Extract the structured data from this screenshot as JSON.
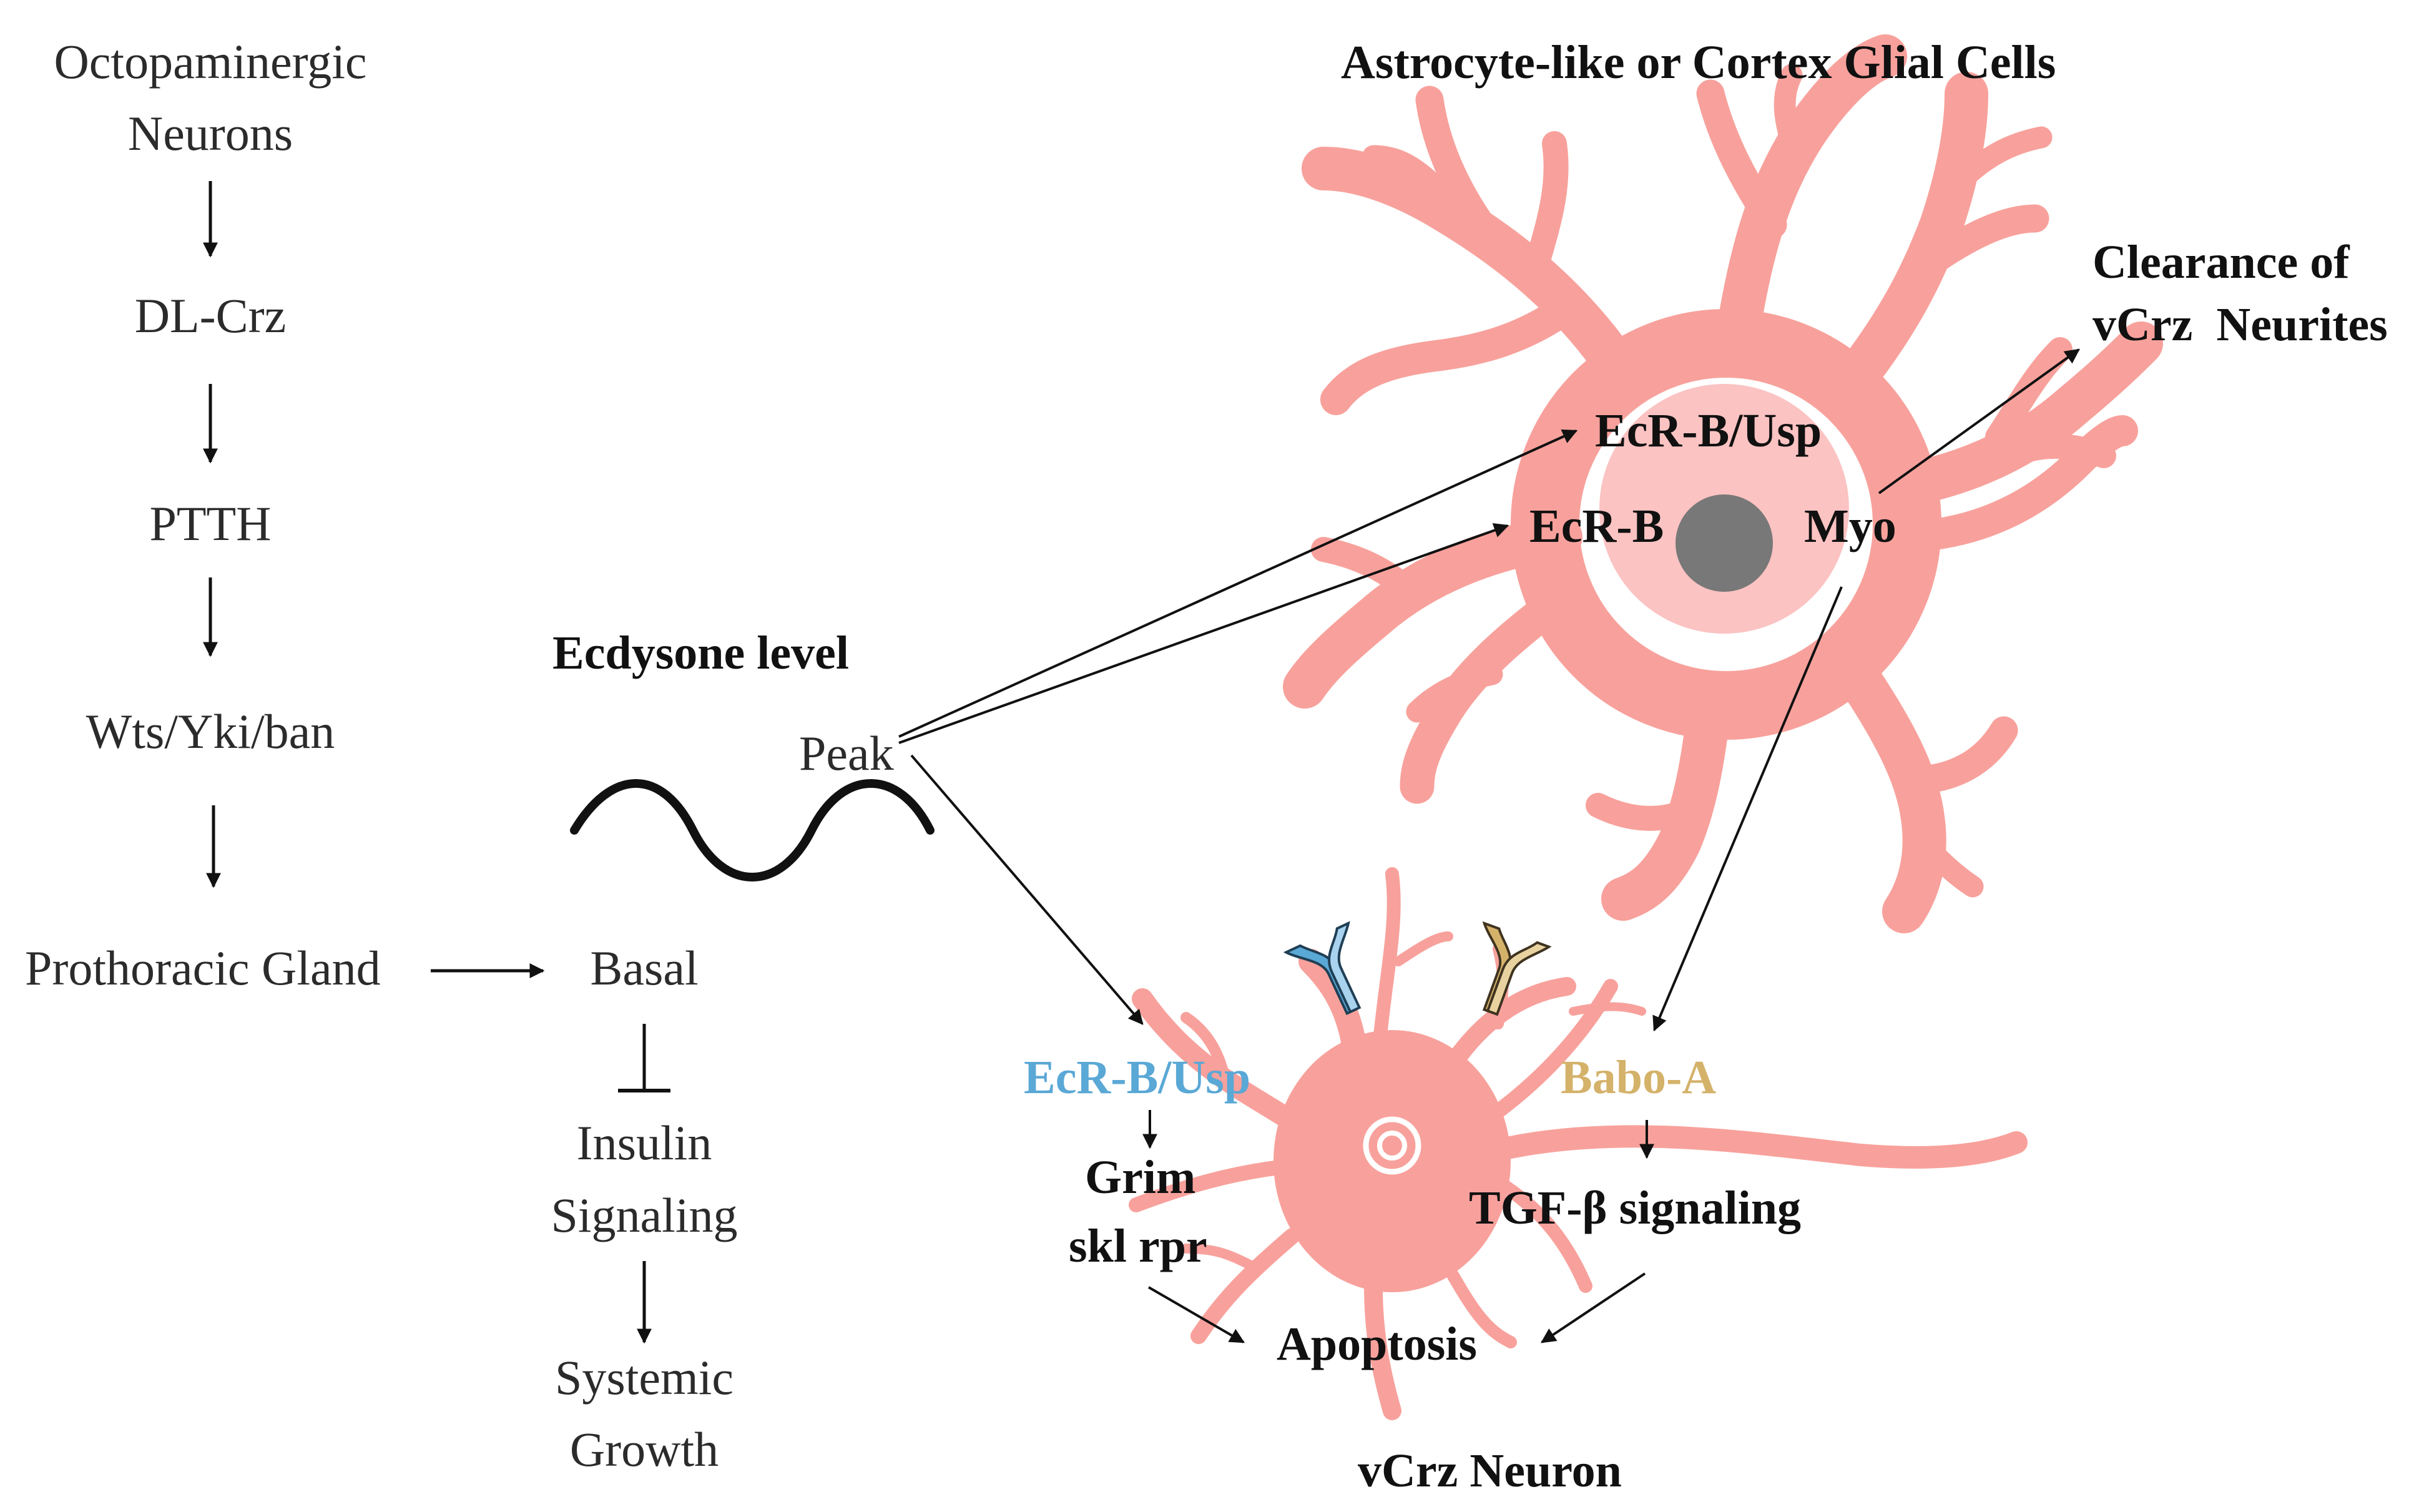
{
  "pathway": {
    "octo_line1": "Octopaminergic",
    "octo_line2": "Neurons",
    "dlcrz": "DL-Crz",
    "ptth": "PTTH",
    "wts": "Wts/Yki/ban",
    "pg": "Prothoracic Gland",
    "basal": "Basal",
    "insulin_line1": "Insulin",
    "insulin_line2": "Signaling",
    "growth_line1": "Systemic",
    "growth_line2": "Growth"
  },
  "ecdysone": {
    "title": "Ecdysone level",
    "peak": "Peak"
  },
  "glia": {
    "title": "Astrocyte-like or Cortex Glial Cells",
    "ecrb_usp": "EcR-B/Usp",
    "ecrb": "EcR-B",
    "myo": "Myo"
  },
  "clearance": {
    "line1": "Clearance of",
    "line2": "vCrz  Neurites"
  },
  "neuron": {
    "ecrb_usp": "EcR-B/Usp",
    "babo": "Babo-A",
    "grim": "Grim",
    "skl": "skl rpr",
    "tgf": "TGF-β signaling",
    "apoptosis": "Apoptosis",
    "title": "vCrz Neuron"
  },
  "colors": {
    "cell_pink": "#f8a19c",
    "nucleus_pink": "#fbc3c2",
    "nucleus_core": "#787878",
    "ecr_blue": "#5aa8d6",
    "babo_gold": "#d4b26a",
    "arrow": "#111111",
    "wave": "#111111"
  }
}
